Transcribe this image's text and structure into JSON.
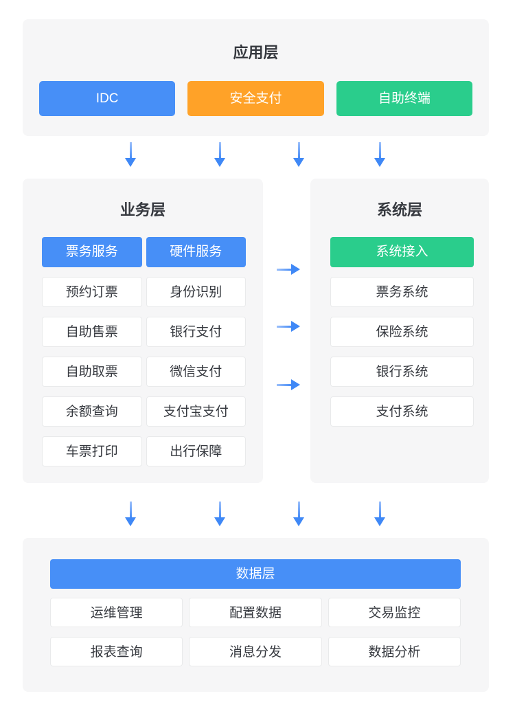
{
  "colors": {
    "blue": "#478ff7",
    "orange": "#ffa228",
    "green": "#2acd8c",
    "panel_background": "#f6f6f7",
    "card_border": "#e9eaeb",
    "text_dark": "#36393f",
    "arrow_blue": "#3f88f6"
  },
  "application_layer": {
    "title": "应用层",
    "items": [
      {
        "label": "IDC",
        "color": "blue"
      },
      {
        "label": "安全支付",
        "color": "orange"
      },
      {
        "label": "自助终端",
        "color": "green"
      }
    ]
  },
  "business_layer": {
    "title": "业务层",
    "highlights": [
      "票务服务",
      "硬件服务"
    ],
    "items": [
      "预约订票",
      "身份识别",
      "自助售票",
      "银行支付",
      "自助取票",
      "微信支付",
      "余额查询",
      "支付宝支付",
      "车票打印",
      "出行保障"
    ]
  },
  "system_layer": {
    "title": "系统层",
    "highlight": "系统接入",
    "items": [
      "票务系统",
      "保险系统",
      "银行系统",
      "支付系统"
    ]
  },
  "data_layer": {
    "title": "数据层",
    "items": [
      "运维管理",
      "配置数据",
      "交易监控",
      "报表查询",
      "消息分发",
      "数据分析"
    ]
  }
}
